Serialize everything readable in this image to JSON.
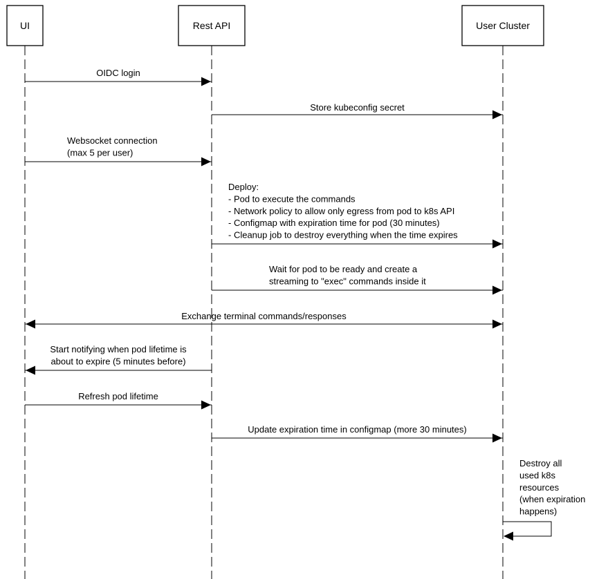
{
  "actors": [
    {
      "id": "ui",
      "label": "UI"
    },
    {
      "id": "api",
      "label": "Rest API"
    },
    {
      "id": "cluster",
      "label": "User Cluster"
    }
  ],
  "messages": [
    {
      "from": "ui",
      "to": "api",
      "lines": [
        "OIDC login"
      ]
    },
    {
      "from": "api",
      "to": "cluster",
      "lines": [
        "Store kubeconfig secret"
      ]
    },
    {
      "from": "ui",
      "to": "api",
      "lines": [
        "Websocket connection",
        "(max 5 per user)"
      ]
    },
    {
      "from": "api",
      "to": "cluster",
      "lines": [
        "Deploy:",
        "- Pod to execute the commands",
        "- Network policy to allow only egress from pod to k8s API",
        "- Configmap with expiration time for pod (30 minutes)",
        "- Cleanup job to destroy everything when the time expires"
      ]
    },
    {
      "from": "api",
      "to": "cluster",
      "lines": [
        "Wait for pod to be ready and create a",
        "streaming to \"exec\" commands inside it"
      ]
    },
    {
      "from": "ui",
      "to": "cluster",
      "bidirectional": true,
      "lines": [
        "Exchange terminal commands/responses"
      ]
    },
    {
      "from": "api",
      "to": "ui",
      "lines": [
        "Start notifying when pod lifetime is",
        "about to expire (5 minutes before)"
      ]
    },
    {
      "from": "ui",
      "to": "api",
      "lines": [
        "Refresh pod lifetime"
      ]
    },
    {
      "from": "api",
      "to": "cluster",
      "lines": [
        "Update expiration time in configmap (more 30 minutes)"
      ]
    },
    {
      "from": "cluster",
      "to": "cluster",
      "self": true,
      "lines": [
        "Destroy all",
        "used k8s",
        "resources",
        "(when expiration",
        "happens)"
      ]
    }
  ]
}
